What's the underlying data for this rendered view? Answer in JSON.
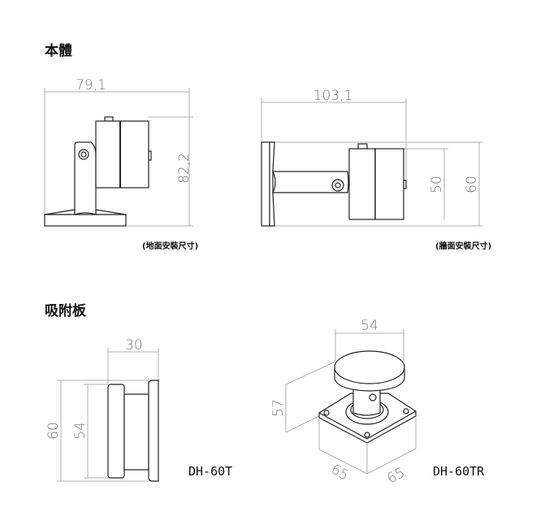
{
  "sections": {
    "body": "本體",
    "plate": "吸附板"
  },
  "floor": {
    "width": "79,1",
    "height": "82,2",
    "caption": "(地面安裝尺寸)"
  },
  "wall": {
    "width": "103,1",
    "body_height": "50",
    "total_height": "60",
    "caption": "(牆面安裝尺寸)"
  },
  "plate_side": {
    "depth": "30",
    "outer": "60",
    "inner": "54",
    "model": "DH-60T"
  },
  "plate_iso": {
    "diameter": "54",
    "height": "57",
    "side_a": "65",
    "side_b": "65",
    "model": "DH-60TR"
  }
}
